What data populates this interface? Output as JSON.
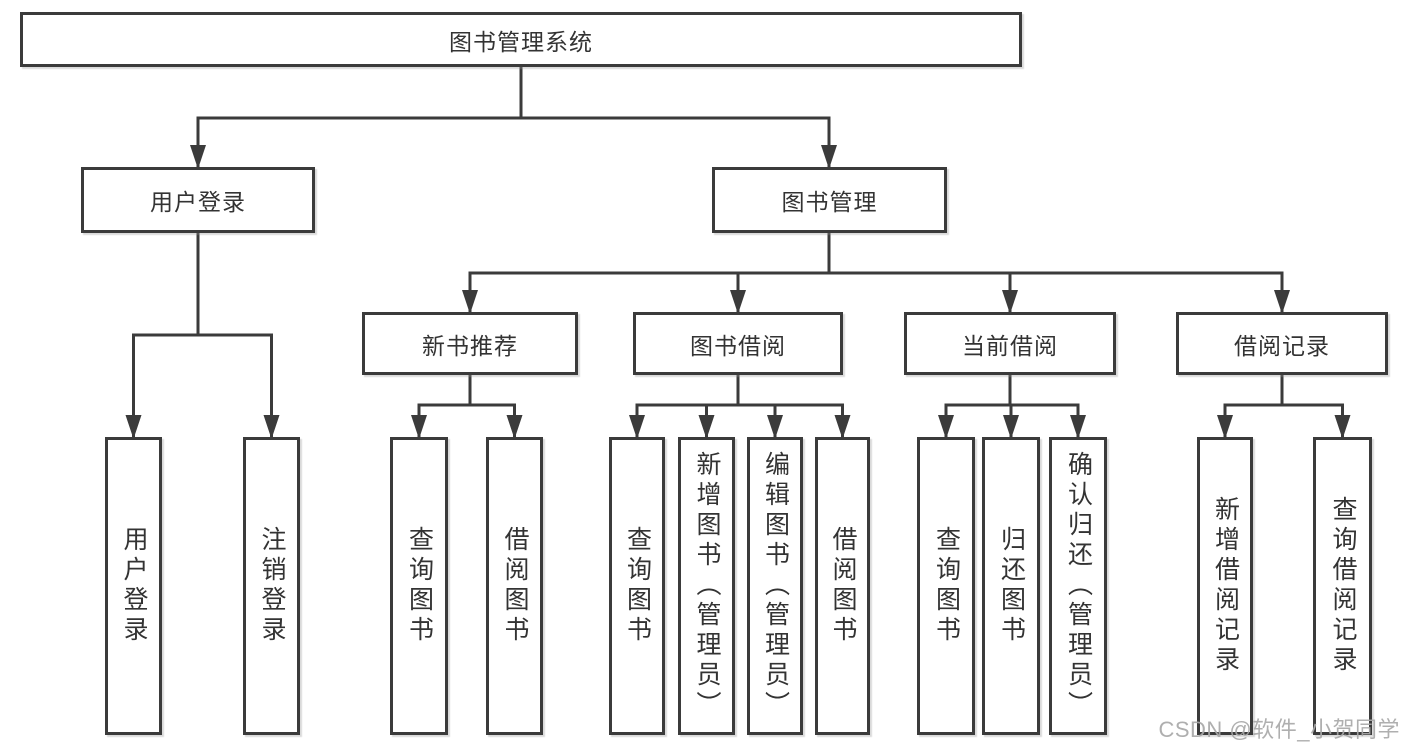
{
  "diagram": {
    "root": {
      "label": "图书管理系统"
    },
    "branches": [
      {
        "label": "用户登录",
        "children": [
          "用户登录",
          "注销登录"
        ]
      },
      {
        "label": "图书管理",
        "children": [
          {
            "label": "新书推荐",
            "children": [
              "查询图书",
              "借阅图书"
            ]
          },
          {
            "label": "图书借阅",
            "children": [
              "查询图书",
              "新增图书（管理员）",
              "编辑图书（管理员）",
              "借阅图书"
            ]
          },
          {
            "label": "当前借阅",
            "children": [
              "查询图书",
              "归还图书",
              "确认归还（管理员）"
            ]
          },
          {
            "label": "借阅记录",
            "children": [
              "新增借阅记录",
              "查询借阅记录"
            ]
          }
        ]
      }
    ]
  },
  "watermark": "CSDN @软件_小贺同学",
  "colors": {
    "line": "#3b3b3b",
    "text": "#333333",
    "watermark": "#a8a8a8",
    "background": "#ffffff"
  }
}
